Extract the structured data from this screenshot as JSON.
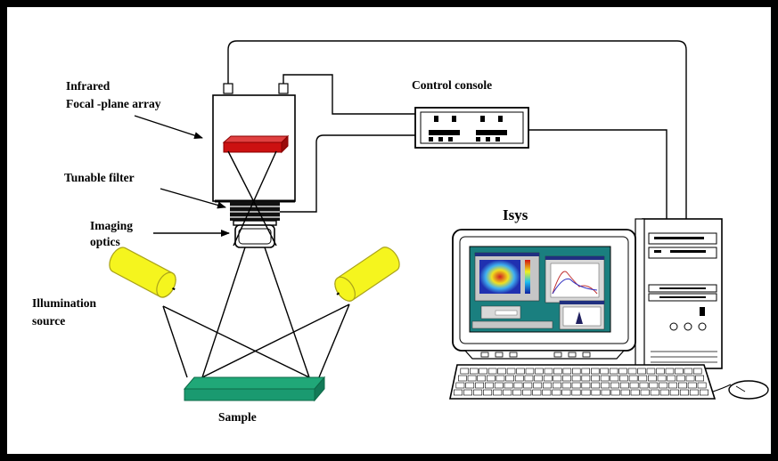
{
  "labels": {
    "fpa_line1": "Infrared",
    "fpa_line2": "Focal -plane array",
    "control_console": "Control console",
    "tunable_filter": "Tunable filter",
    "imaging_line1": "Imaging",
    "imaging_line2": "optics",
    "isys": "Isys",
    "illum_line1": "Illumination",
    "illum_line2": "source",
    "sample": "Sample"
  },
  "colors": {
    "frame": "#000000",
    "sensor_red": "#cc1111",
    "lamp_yellow": "#f5f51e",
    "sample_green": "#1a9a70",
    "screen_teal": "#1a7f7f",
    "window_gray": "#c6c6c6"
  },
  "icons": {
    "camera": "infrared-camera-icon",
    "filter": "tunable-filter-icon",
    "lens": "imaging-optics-icon",
    "lamp": "illumination-lamp-icon",
    "console": "control-console-icon",
    "computer": "desktop-computer-icon",
    "keyboard": "keyboard-icon",
    "mouse": "mouse-icon"
  }
}
